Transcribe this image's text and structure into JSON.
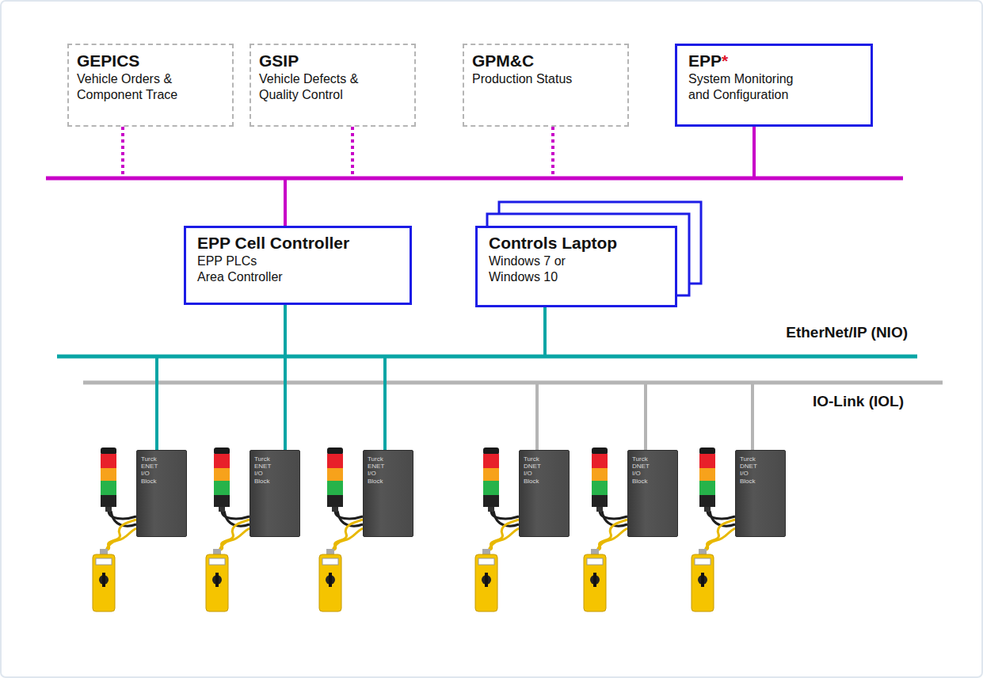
{
  "diagram": {
    "nodes": [
      {
        "text": [
          "GEPICS",
          "Vehicle Orders & Component Trace"
        ]
      },
      {
        "text": [
          "GSIP",
          "Vehicle Defects & Quality Control"
        ]
      },
      {
        "text": [
          "GPM&C",
          "Production Status"
        ]
      },
      {
        "text": [
          "EPP*",
          "System Monitoring and Configuration"
        ]
      },
      {
        "text": [
          "EPP Cell Controller",
          "EPP PLCs Area Controller"
        ]
      },
      {
        "text": [
          "Controls Laptop",
          "Windows 7 or Windows 10"
        ]
      },
      {
        "text": [
          "Turck ENET I/O Block"
        ]
      },
      {
        "text": [
          "Turck ENET I/O Block"
        ]
      },
      {
        "text": [
          "Turck ENET I/O Block"
        ]
      },
      {
        "text": [
          "Turck DNET I/O Block"
        ]
      },
      {
        "text": [
          "Turck DNET I/O Block"
        ]
      },
      {
        "text": [
          "Turck DNET I/O Block"
        ]
      }
    ],
    "edges": [
      {
        "from": 0,
        "to": 4,
        "arrow": "none"
      },
      {
        "from": 1,
        "to": 4,
        "arrow": "none"
      },
      {
        "from": 2,
        "to": 4,
        "arrow": "none"
      },
      {
        "from": 3,
        "to": 4,
        "arrow": "none"
      },
      {
        "from": 4,
        "to": 5,
        "arrow": "none"
      },
      {
        "from": 4,
        "to": 6,
        "arrow": "none"
      },
      {
        "from": 4,
        "to": 7,
        "arrow": "none"
      },
      {
        "from": 4,
        "to": 8,
        "arrow": "none"
      },
      {
        "from": 9,
        "to": 10,
        "arrow": "none"
      },
      {
        "from": 10,
        "to": 11,
        "arrow": "none"
      }
    ],
    "labels": [
      "EtherNet/IP (NIO)",
      "IO-Link (IOL)"
    ]
  }
}
